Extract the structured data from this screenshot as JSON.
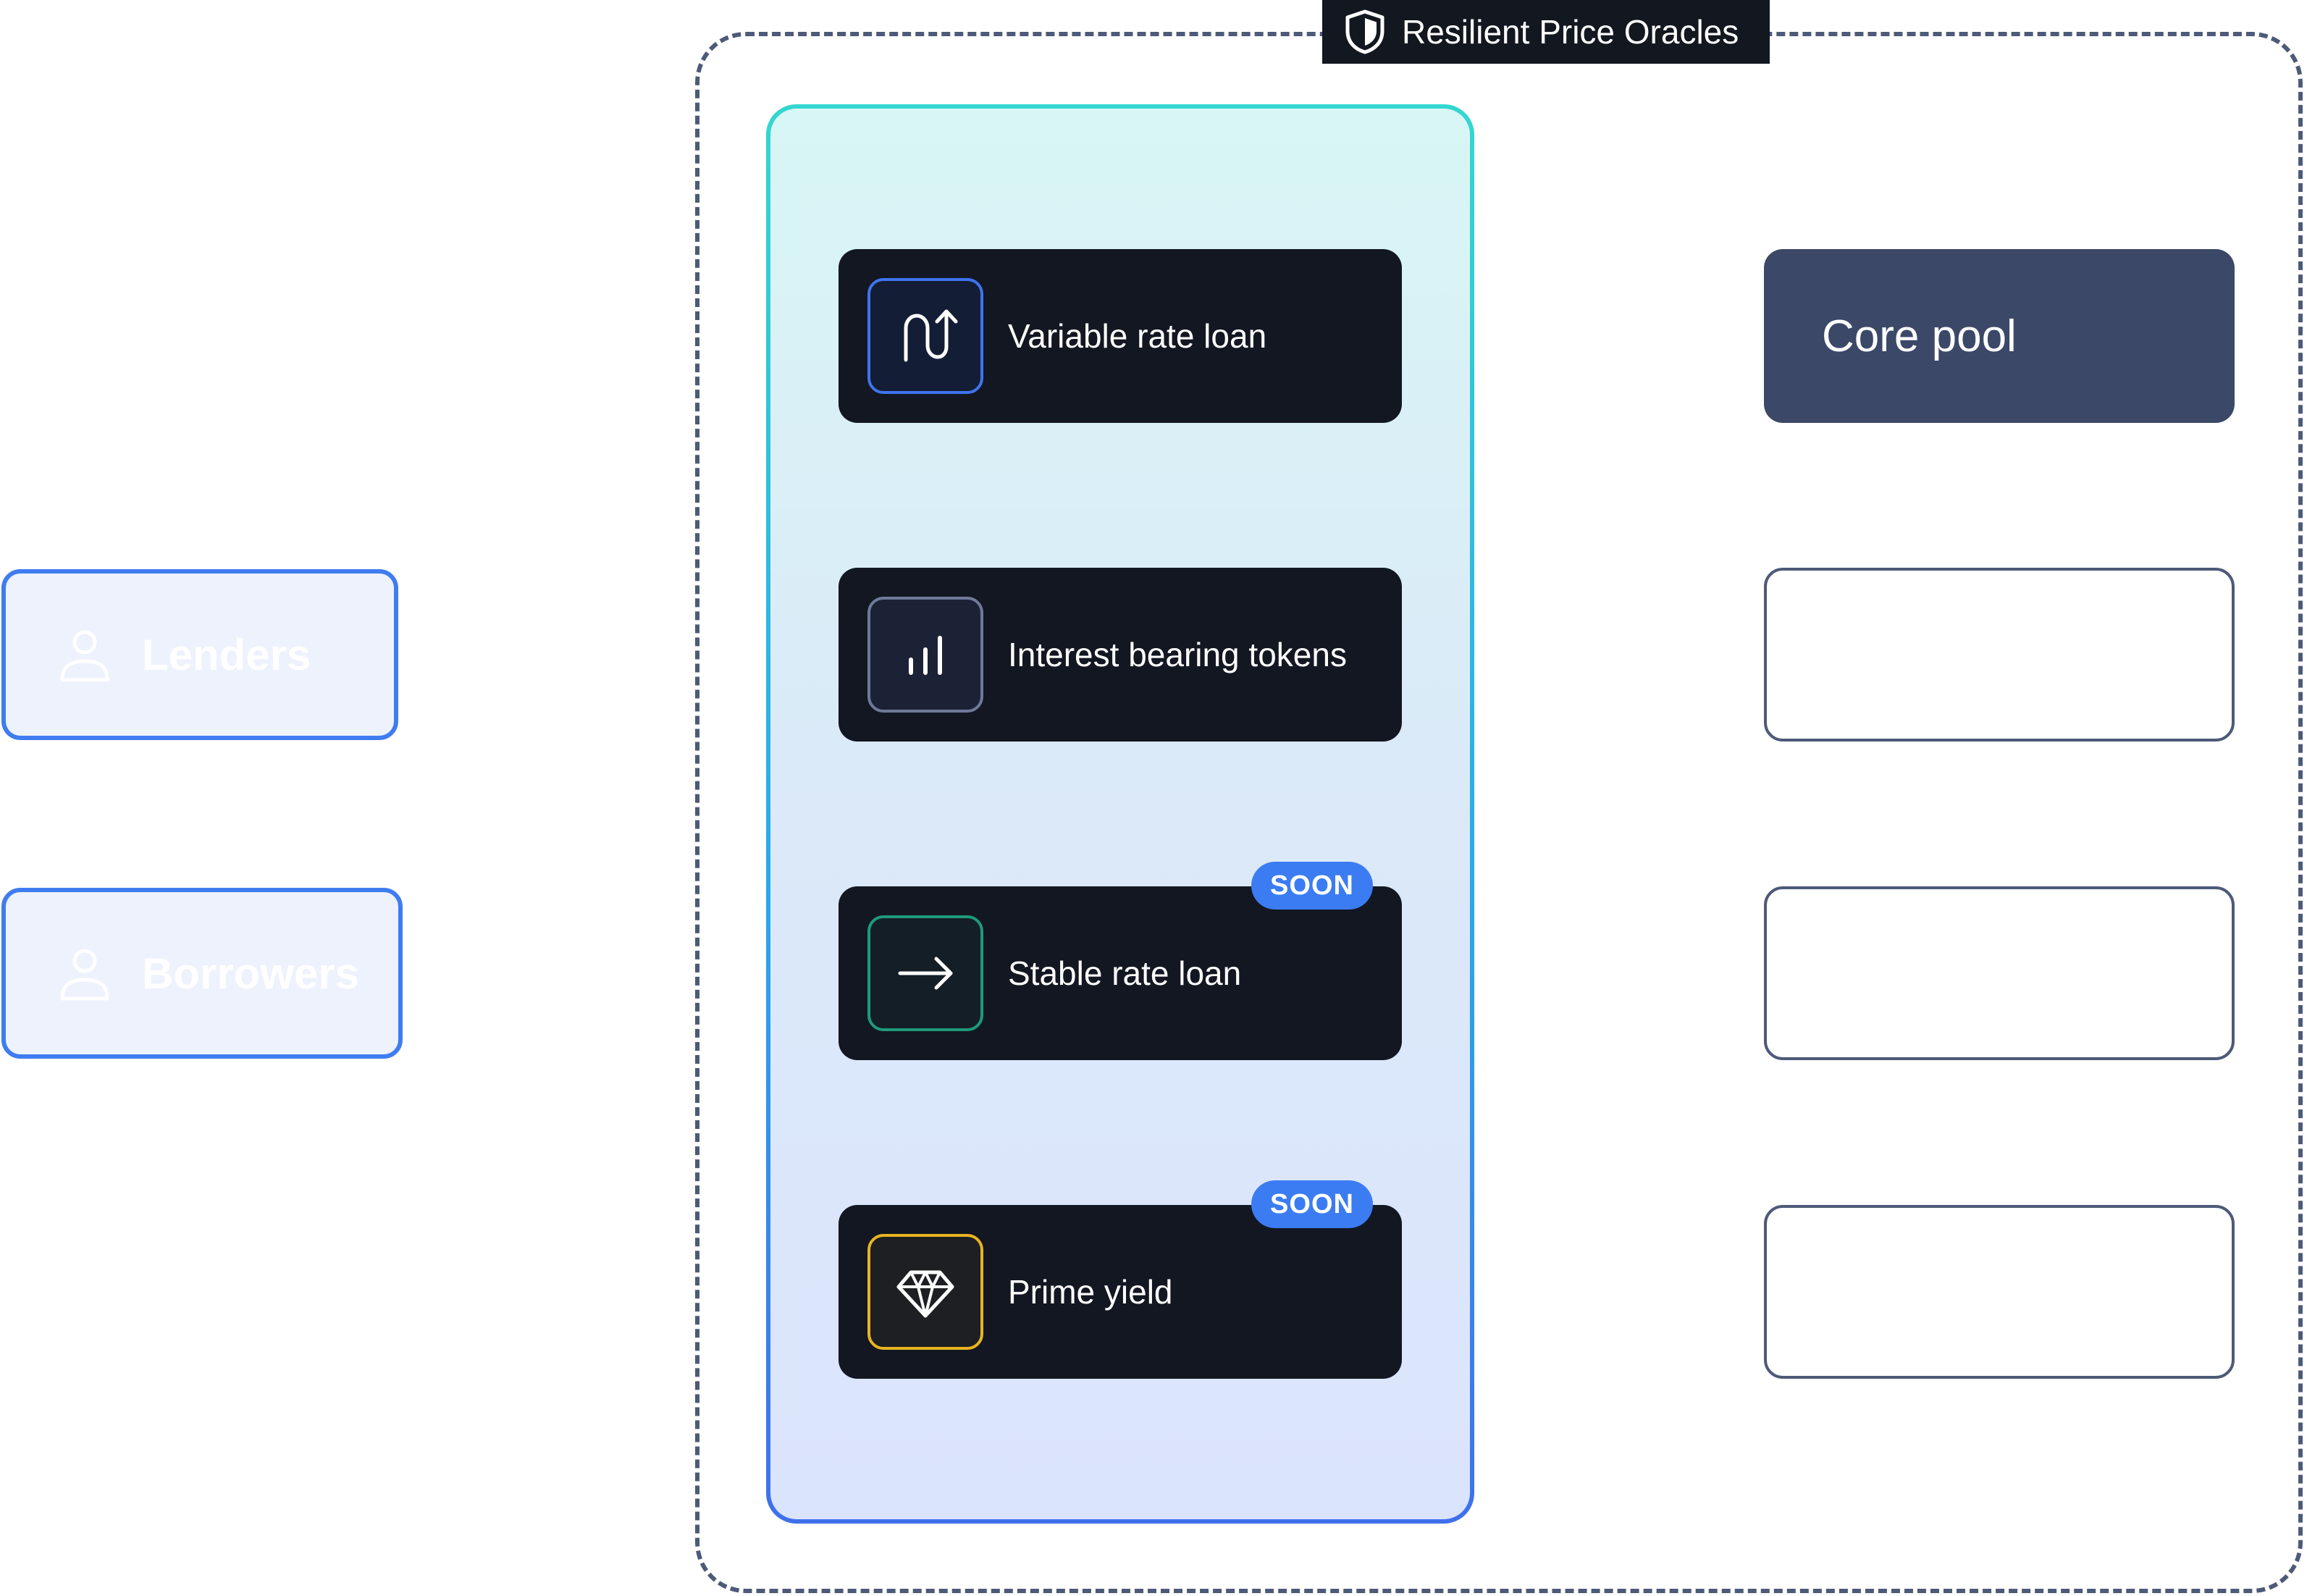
{
  "oracle": {
    "label": "Resilient Price Oracles",
    "icon": "shield-icon"
  },
  "actors": [
    {
      "label": "Lenders",
      "icon": "user-icon"
    },
    {
      "label": "Borrowers",
      "icon": "user-icon"
    }
  ],
  "products": [
    {
      "label": "Variable rate loan",
      "icon": "u-turn-arrow-icon",
      "icon_color": "#3f74ec",
      "badge": ""
    },
    {
      "label": "Interest bearing tokens",
      "icon": "bar-chart-icon",
      "icon_color": "#6f7a99",
      "badge": ""
    },
    {
      "label": "Stable rate loan",
      "icon": "arrow-right-icon",
      "icon_color": "#1f9a7a",
      "badge": "SOON"
    },
    {
      "label": "Prime yield",
      "icon": "diamond-icon",
      "icon_color": "#e9b421",
      "badge": "SOON"
    }
  ],
  "pools": [
    {
      "label": "Core pool"
    },
    {
      "label": ""
    },
    {
      "label": ""
    },
    {
      "label": ""
    }
  ],
  "colors": {
    "accent_blue": "#3f7cf0",
    "dark_card": "#131722",
    "core_pool": "#3b4868",
    "frame_dash": "#4d5a78"
  }
}
